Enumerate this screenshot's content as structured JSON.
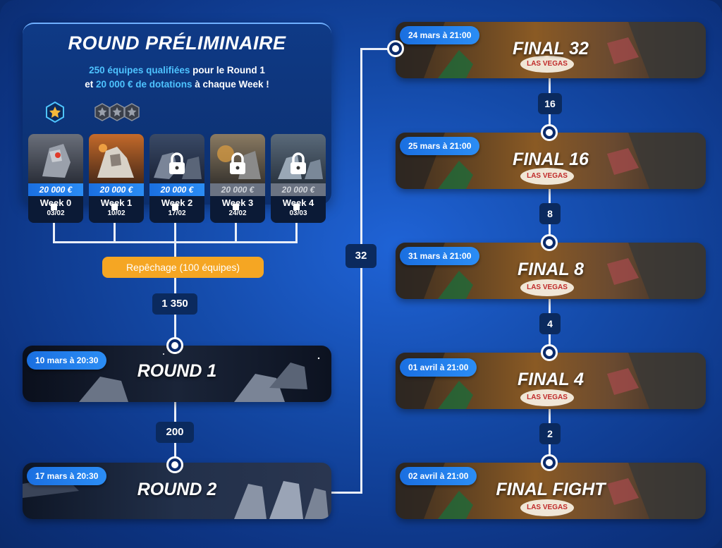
{
  "preliminary": {
    "title": "ROUND PRÉLIMINAIRE",
    "sub_line1_hl": "250 équipes qualifiées",
    "sub_line1_rest": " pour le Round 1",
    "sub_line2_pre": "et ",
    "sub_line2_hl": "20 000 € de dotations",
    "sub_line2_rest": " à chaque Week !",
    "weeks": [
      {
        "prize": "20 000 €",
        "name": "Week 0",
        "date": "03/02",
        "locked": false,
        "active": true
      },
      {
        "prize": "20 000 €",
        "name": "Week 1",
        "date": "10/02",
        "locked": false,
        "active": true
      },
      {
        "prize": "20 000 €",
        "name": "Week 2",
        "date": "17/02",
        "locked": true,
        "active": true
      },
      {
        "prize": "20 000 €",
        "name": "Week 3",
        "date": "24/02",
        "locked": true,
        "active": false
      },
      {
        "prize": "20 000 €",
        "name": "Week 4",
        "date": "03/03",
        "locked": true,
        "active": false
      }
    ]
  },
  "repechage": "Repêchage (100 équipes)",
  "counts": {
    "to_round1": "1 350",
    "to_round2": "200",
    "to_final32": "32",
    "to_final16": "16",
    "to_final8": "8",
    "to_final4": "4",
    "to_final": "2"
  },
  "rounds": [
    {
      "title": "ROUND 1",
      "date": "10 mars à 20:30"
    },
    {
      "title": "ROUND 2",
      "date": "17 mars à 20:30"
    }
  ],
  "finals": [
    {
      "title": "FINAL 32",
      "date": "24 mars à 21:00",
      "sign": "LAS VEGAS"
    },
    {
      "title": "FINAL 16",
      "date": "25 mars à 21:00",
      "sign": "LAS VEGAS"
    },
    {
      "title": "FINAL 8",
      "date": "31 mars à 21:00",
      "sign": "LAS VEGAS"
    },
    {
      "title": "FINAL 4",
      "date": "01 avril à 21:00",
      "sign": "LAS VEGAS"
    },
    {
      "title": "FINAL FIGHT",
      "date": "02 avril à 21:00",
      "sign": "LAS VEGAS"
    }
  ],
  "colors": {
    "accent": "#4ec3ff",
    "repechage": "#f5a623",
    "chip": "#1a6fe0"
  }
}
